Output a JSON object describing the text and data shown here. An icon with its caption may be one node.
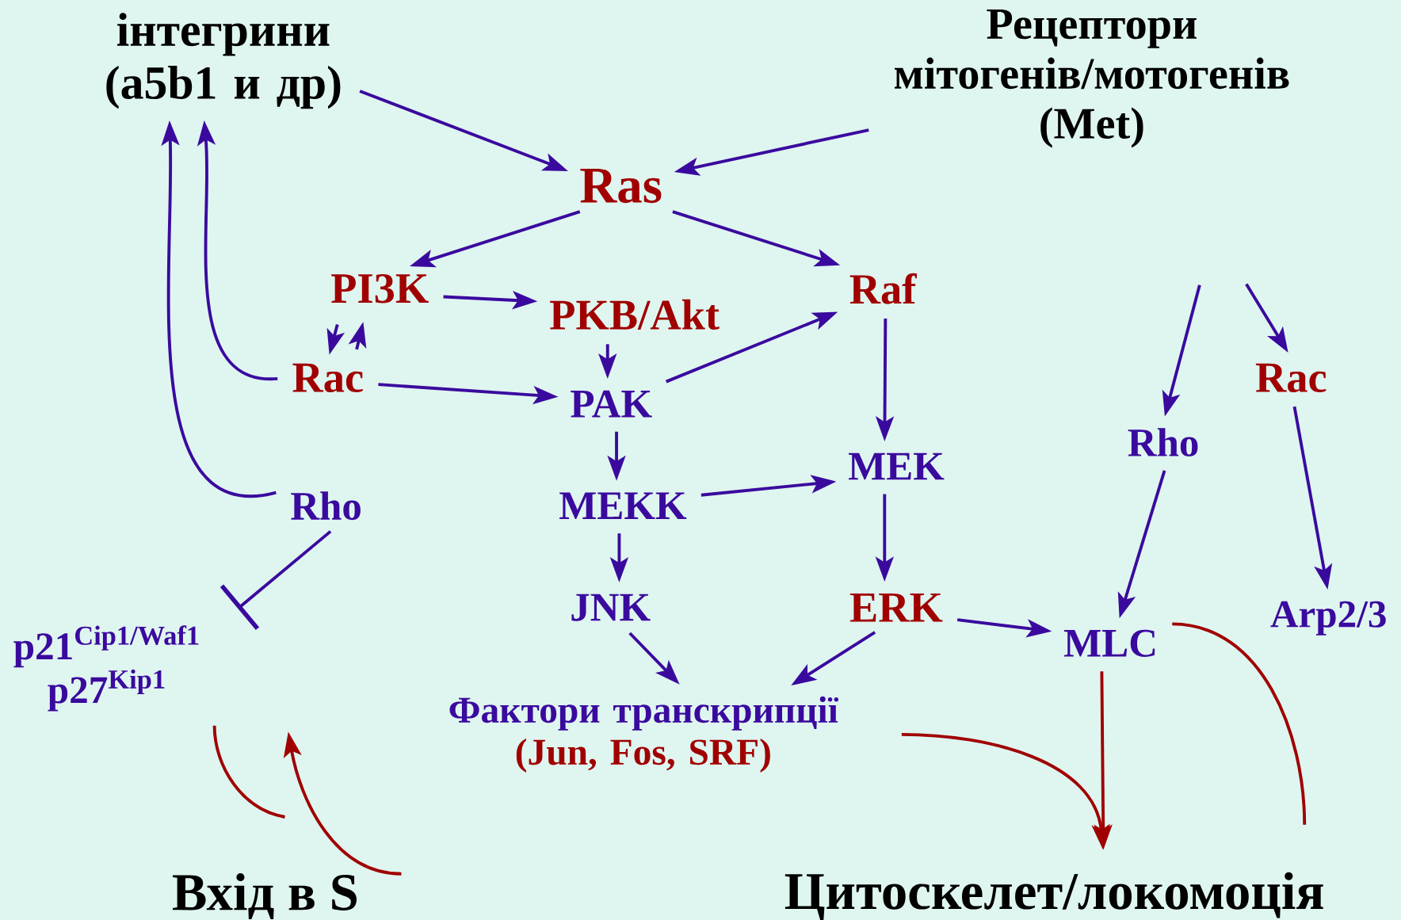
{
  "diagram": {
    "nodes": [
      {
        "text": [
          "інтегрини (a5b1 и др)"
        ]
      },
      {
        "text": [
          "Рецептори мітогенів/мотогенів (Met)"
        ]
      },
      {
        "text": [
          "Ras"
        ]
      },
      {
        "text": [
          "PI3K"
        ]
      },
      {
        "text": [
          "PKB/Akt"
        ]
      },
      {
        "text": [
          "Raf"
        ]
      },
      {
        "text": [
          "Rac"
        ]
      },
      {
        "text": [
          "PAK"
        ]
      },
      {
        "text": [
          "MEK"
        ]
      },
      {
        "text": [
          "Rho"
        ]
      },
      {
        "text": [
          "MEKK"
        ]
      },
      {
        "text": [
          "JNK"
        ]
      },
      {
        "text": [
          "ERK"
        ]
      },
      {
        "text": [
          "p21$^{Cip1/Waf1}$ p27$^{Kip1}$"
        ]
      },
      {
        "text": [
          "Фактори транскрипції",
          "(Jun, Fos, SRF)"
        ]
      },
      {
        "text": [
          "MLC"
        ]
      },
      {
        "text": [
          "Rho"
        ]
      },
      {
        "text": [
          "Rac"
        ]
      },
      {
        "text": [
          "Arp2/3"
        ]
      },
      {
        "text": [
          "Вхід в S"
        ]
      },
      {
        "text": [
          "Цитоскелет/локомоція"
        ]
      }
    ],
    "edges": [
      {
        "from": 0,
        "to": 2,
        "arrow": "to"
      },
      {
        "from": 1,
        "to": 2,
        "arrow": "to"
      },
      {
        "from": 2,
        "to": 3,
        "arrow": "to"
      },
      {
        "from": 2,
        "to": 5,
        "arrow": "to"
      },
      {
        "from": 3,
        "to": 4,
        "arrow": "to"
      },
      {
        "from": 3,
        "to": 6,
        "arrow": "to"
      },
      {
        "from": 6,
        "to": 3,
        "arrow": "to"
      },
      {
        "from": 6,
        "to": 0,
        "arrow": "to"
      },
      {
        "from": 9,
        "to": 0,
        "arrow": "to"
      },
      {
        "from": 6,
        "to": 7,
        "arrow": "to"
      },
      {
        "from": 4,
        "to": 7,
        "arrow": "to"
      },
      {
        "from": 7,
        "to": 5,
        "arrow": "to"
      },
      {
        "from": 7,
        "to": 10,
        "arrow": "to"
      },
      {
        "from": 5,
        "to": 8,
        "arrow": "to"
      },
      {
        "from": 10,
        "to": 8,
        "arrow": "to"
      },
      {
        "from": 10,
        "to": 11,
        "arrow": "to"
      },
      {
        "from": 8,
        "to": 12,
        "arrow": "to"
      },
      {
        "from": 11,
        "to": 14,
        "arrow": "to"
      },
      {
        "from": 12,
        "to": 14,
        "arrow": "to"
      },
      {
        "from": 12,
        "to": 15,
        "arrow": "to"
      },
      {
        "from": 9,
        "to": 13,
        "arrow": "other"
      },
      {
        "from": null,
        "to": 16,
        "arrow": "to"
      },
      {
        "from": null,
        "to": 17,
        "arrow": "to"
      },
      {
        "from": 16,
        "to": 15,
        "arrow": "to"
      },
      {
        "from": 17,
        "to": 18,
        "arrow": "to"
      },
      {
        "from": 15,
        "to": 20,
        "arrow": "to",
        "color": "#a00000"
      },
      {
        "from": 14,
        "to": 20,
        "arrow": "to",
        "color": "#a00000"
      },
      {
        "from": 15,
        "to": 20,
        "arrow": "none",
        "color": "#a00000"
      },
      {
        "from": 13,
        "to": 19,
        "arrow": "none",
        "color": "#a00000"
      },
      {
        "from": 19,
        "to": 13,
        "arrow": "to",
        "color": "#a00000"
      }
    ]
  }
}
